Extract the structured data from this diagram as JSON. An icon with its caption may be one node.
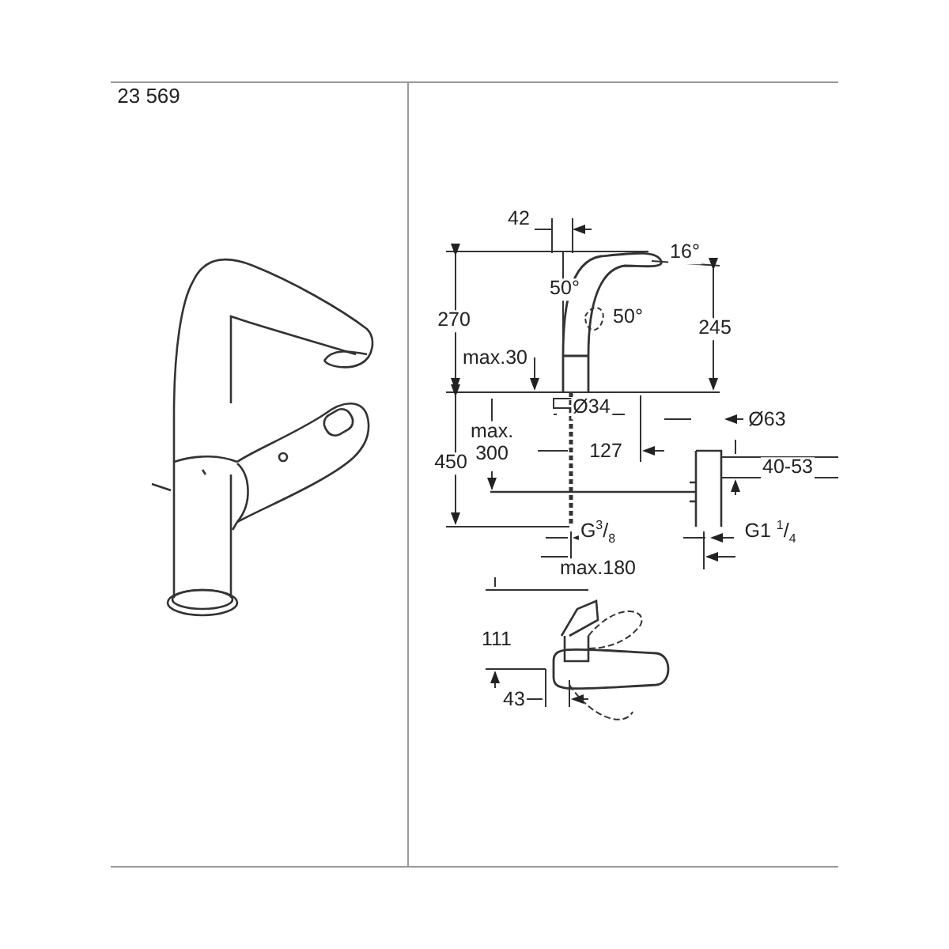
{
  "diagram": {
    "labels": [
      "23 569",
      "42",
      "16°",
      "50°",
      "50°",
      "270",
      "245",
      "max.30",
      "Ø34",
      "max. 300",
      "450",
      "127",
      "Ø63",
      "40-53",
      "G$^{3}$/$_{8}$",
      "G1 $^{1}$/$_{4}$",
      "max.180",
      "111",
      "43"
    ]
  }
}
